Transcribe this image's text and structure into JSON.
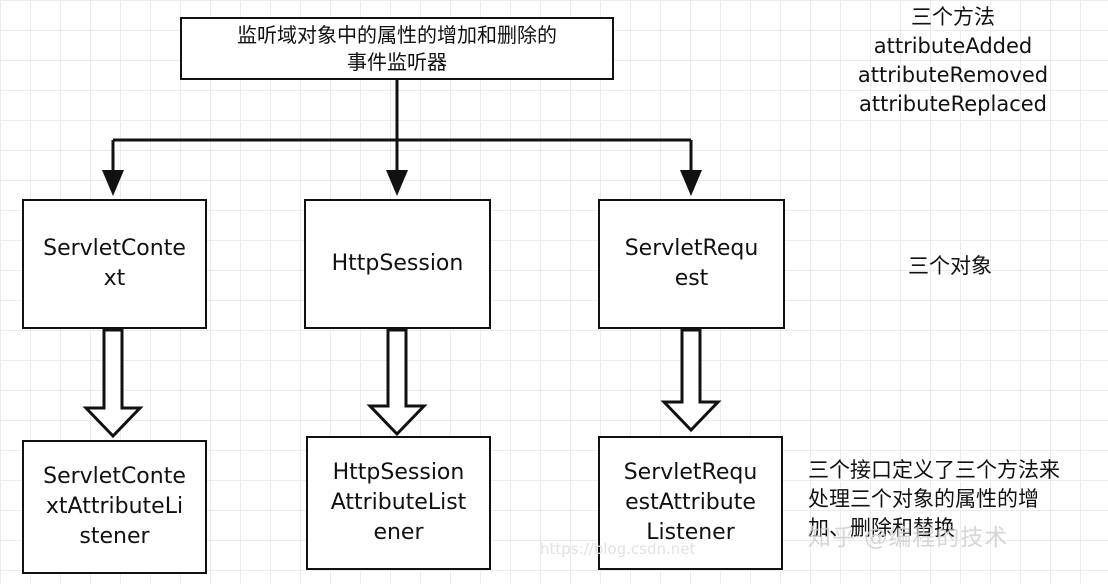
{
  "top_box": {
    "text": "监听域对象中的属性的增加和删除的\n事件监听器"
  },
  "objects": [
    {
      "name": "ServletConte\nxt"
    },
    {
      "name": "HttpSession"
    },
    {
      "name": "ServletRequ\nest"
    }
  ],
  "listeners": [
    {
      "name": "ServletConte\nxtAttributeLi\nstener"
    },
    {
      "name": "HttpSession\nAttributeList\nener"
    },
    {
      "name": "ServletRequ\nestAttribute\nListener"
    }
  ],
  "notes": {
    "methods": "三个方法\nattributeAdded\nattributeRemoved\nattributeReplaced",
    "objects": "三个对象",
    "interfaces": "三个接口定义了三个方法来\n处理三个对象的属性的增\n加、删除和替换"
  },
  "watermark": {
    "text": "知乎 @编程的技术",
    "url": "https://blog.csdn.net"
  }
}
